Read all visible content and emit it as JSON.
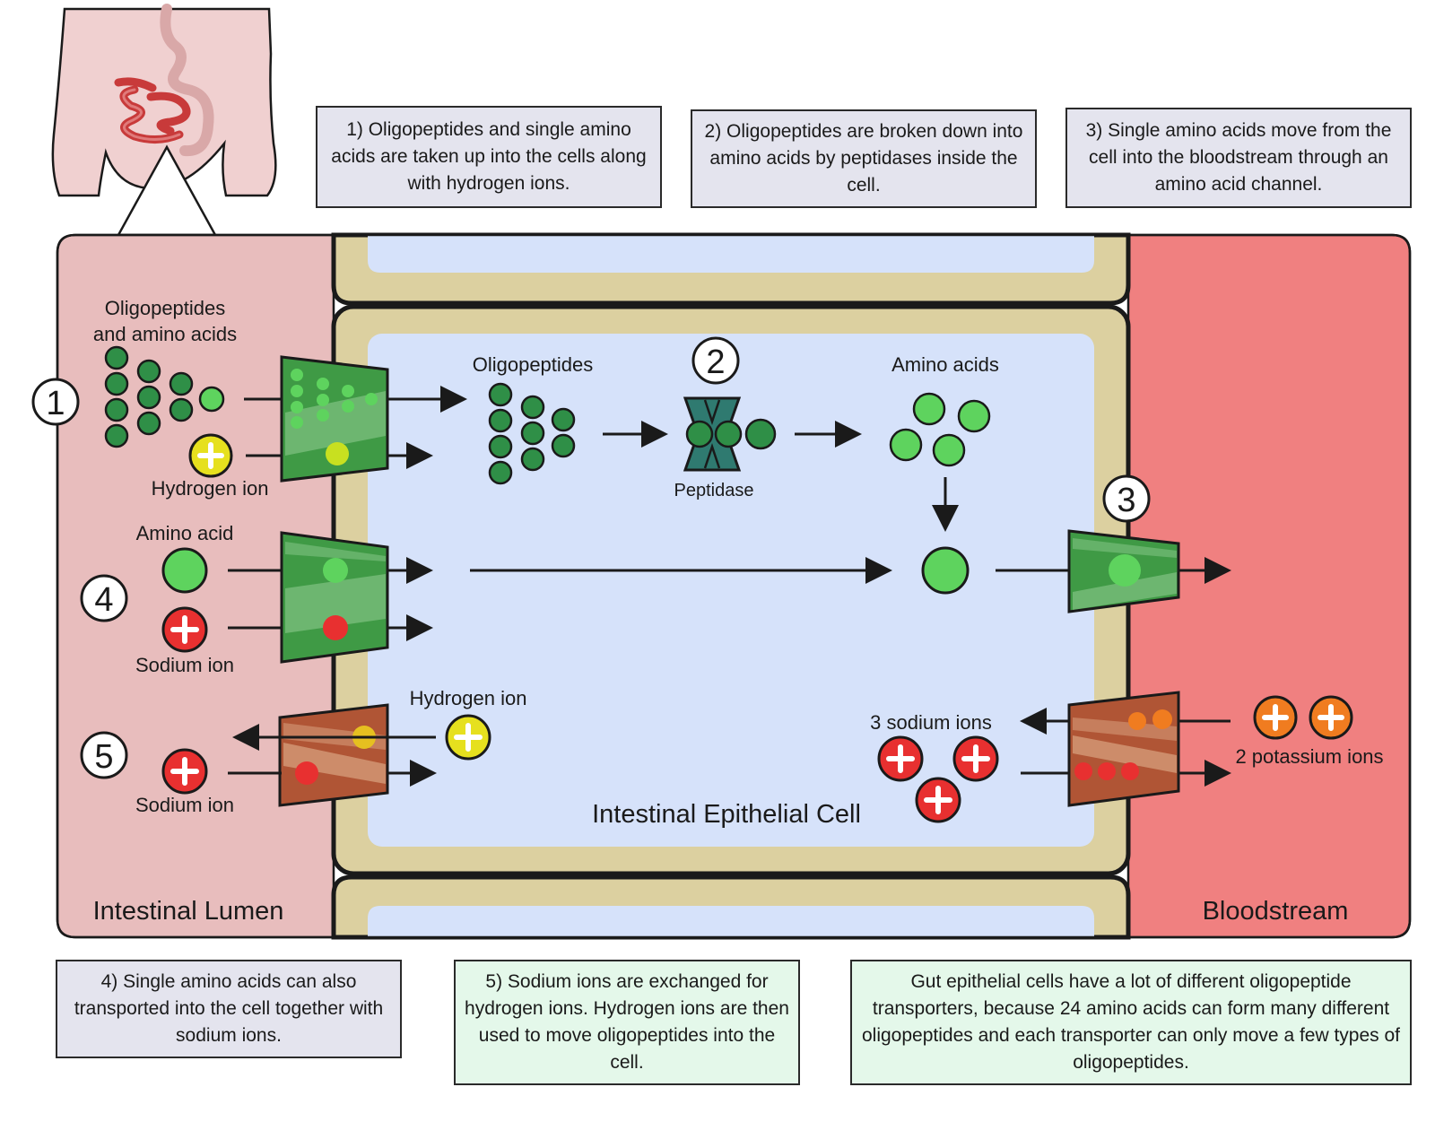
{
  "steps": [
    "1) Oligopeptides and single amino acids are taken up into the cells along with hydrogen ions.",
    "2) Oligopeptides are broken down into amino acids by peptidases inside the cell.",
    "3) Single amino acids move from the cell into the bloodstream through an amino acid channel.",
    "4) Single amino acids can also transported into the cell together with sodium ions.",
    "5) Sodium ions are exchanged for hydrogen ions. Hydrogen ions are then used to move oligopeptides into the cell."
  ],
  "info_note": "Gut epithelial cells have a lot of different oligopeptide transporters, because 24 amino acids can form many different oligopeptides and each transporter can only move a few types of oligopeptides.",
  "regions": {
    "lumen": "Intestinal Lumen",
    "cell": "Intestinal Epithelial Cell",
    "blood": "Bloodstream"
  },
  "labels": {
    "oligo_lumen_1": "Oligopeptides",
    "oligo_lumen_2": "and amino acids",
    "hydrogen_ion_1": "Hydrogen ion",
    "oligopeptides": "Oligopeptides",
    "peptidase": "Peptidase",
    "amino_acids": "Amino acids",
    "amino_acid": "Amino acid",
    "sodium_ion_4": "Sodium ion",
    "hydrogen_ion_5": "Hydrogen ion",
    "sodium_ion_5": "Sodium ion",
    "three_sodium": "3 sodium ions",
    "two_potassium": "2 potassium ions"
  },
  "markers": [
    "1",
    "2",
    "3",
    "4",
    "5"
  ],
  "colors": {
    "lumen": "#e8bdbd",
    "blood": "#f08080",
    "membrane": "#dcd0a0",
    "cytoplasm": "#d6e2fa",
    "green_transporter": "#3f9a45",
    "brown_transporter": "#b05535",
    "amino_acid": "#5ed35e",
    "oligopeptide": "#2f8f47",
    "hydrogen": "#e6e01e",
    "sodium": "#e83030",
    "potassium": "#f07c20"
  }
}
